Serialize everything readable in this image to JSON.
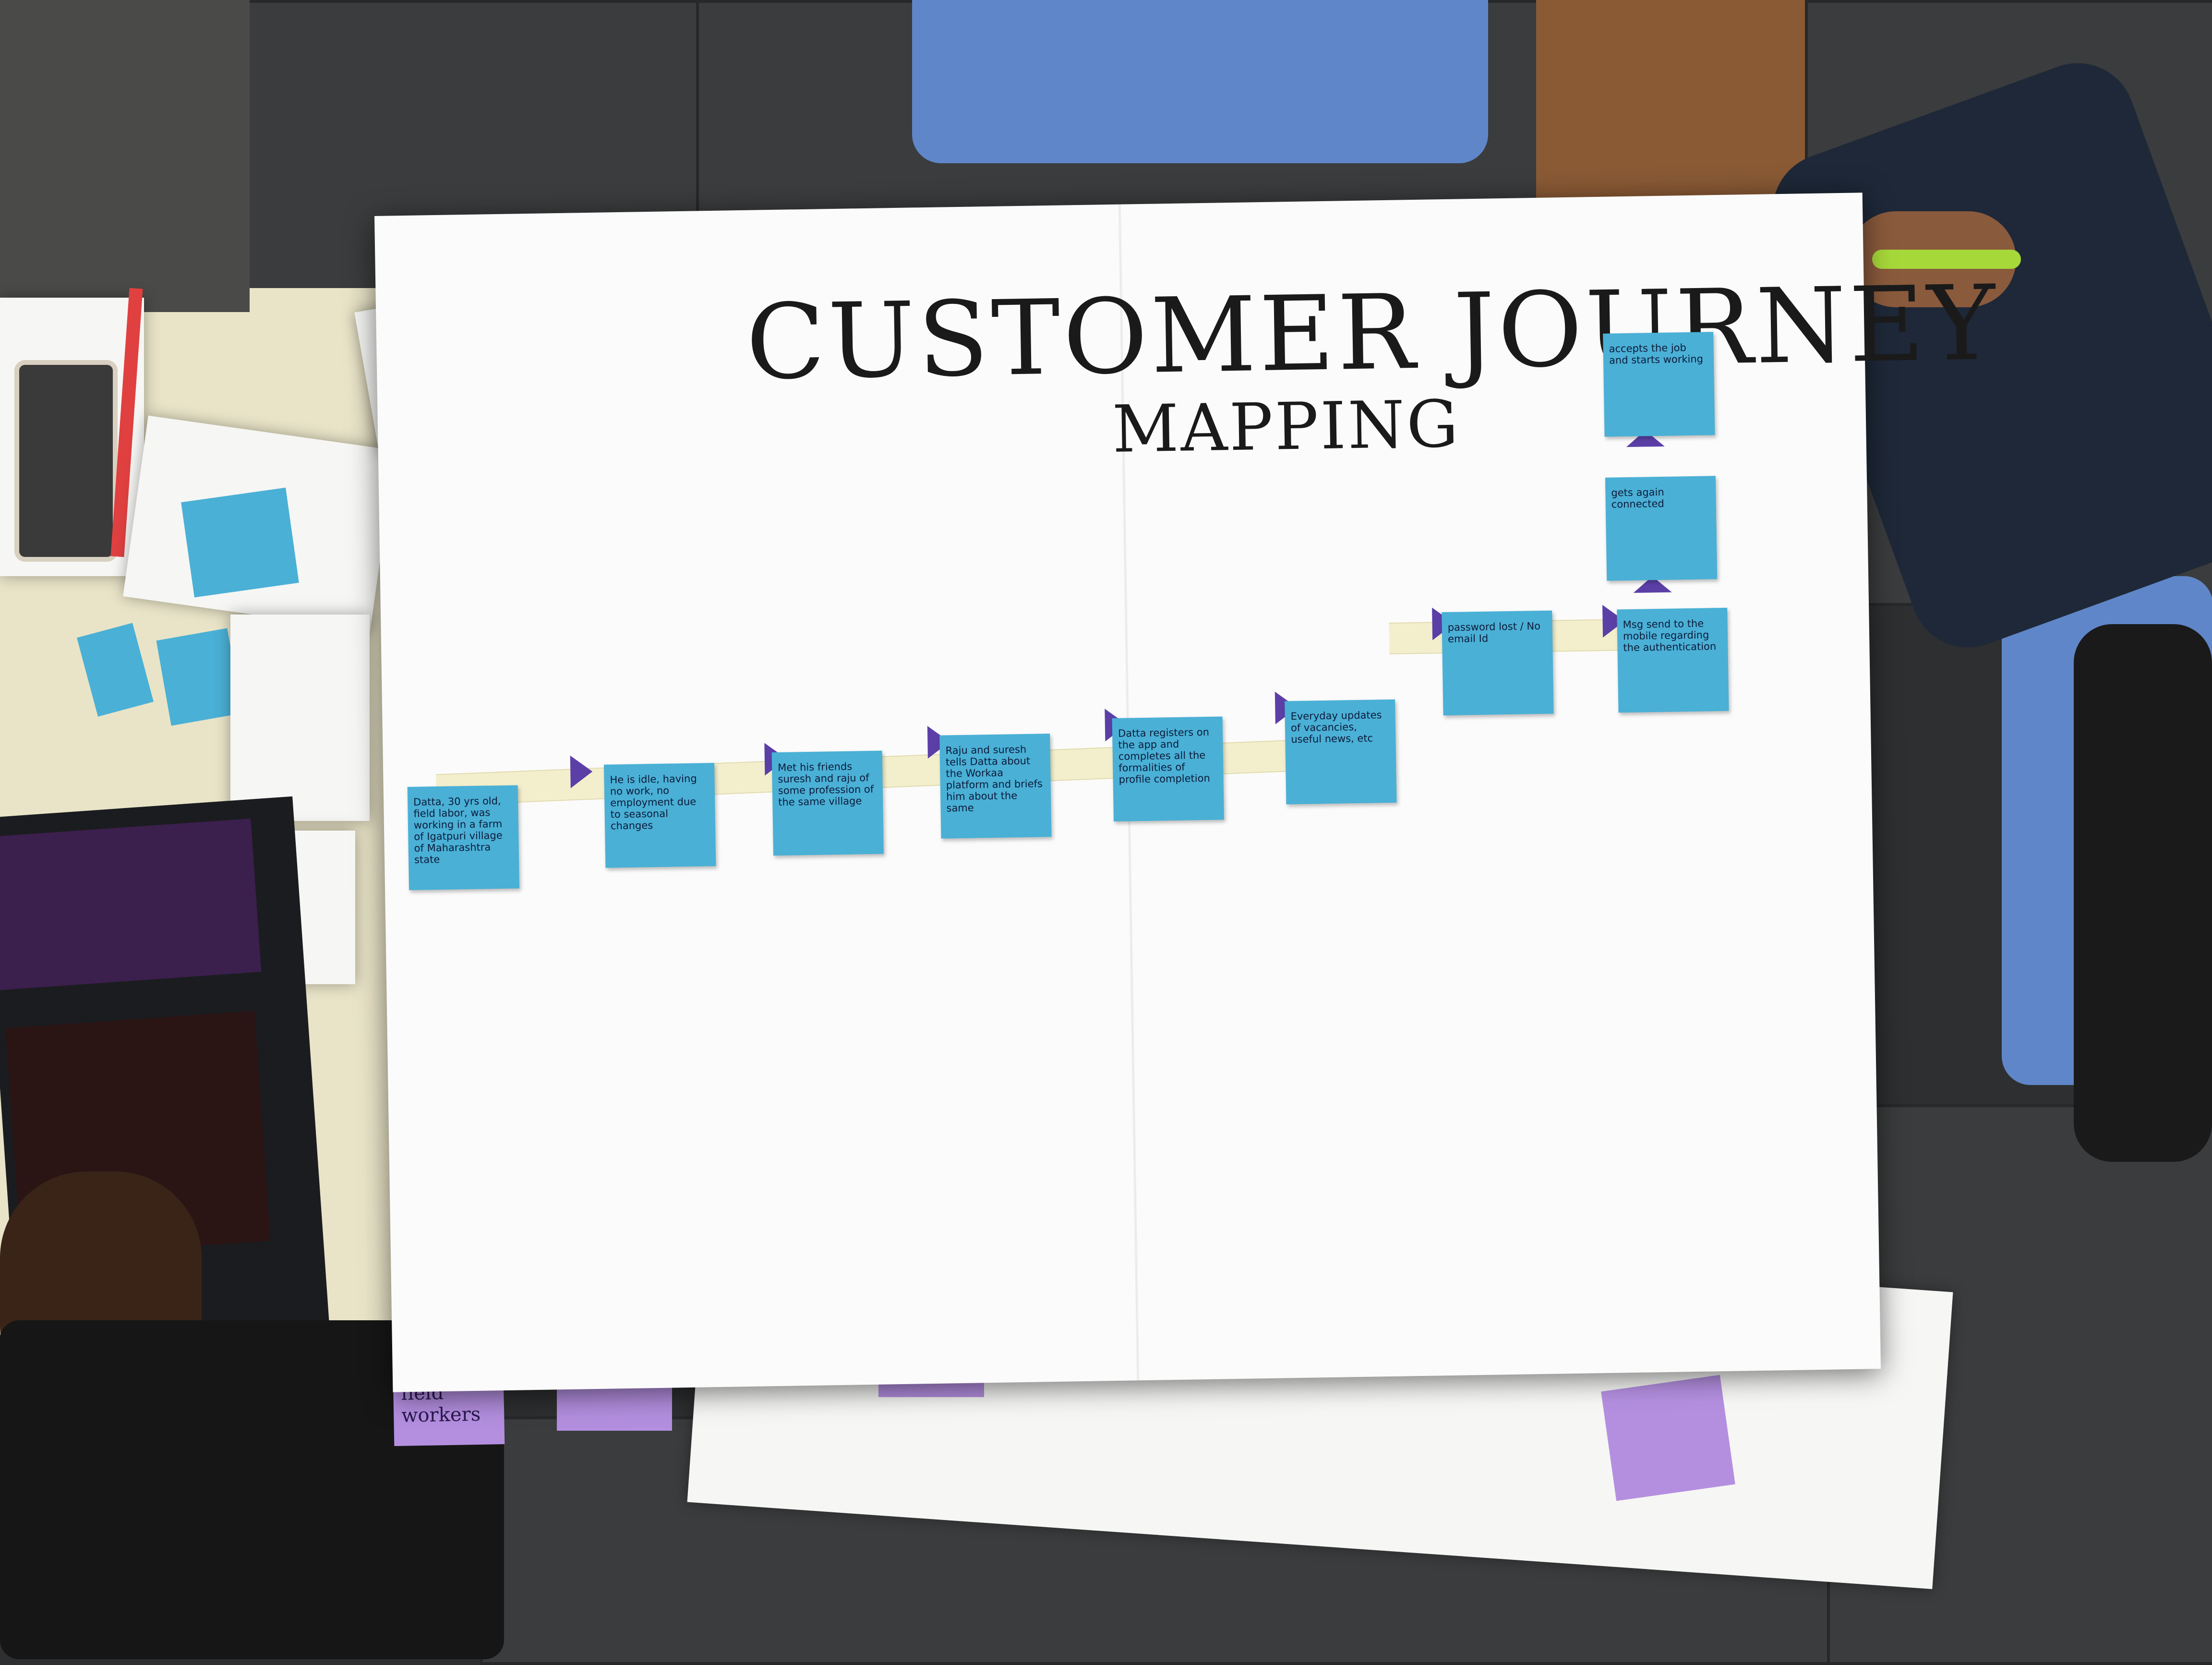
{
  "poster": {
    "title": "CUSTOMER JOURNEY",
    "subtitle": "MAPPING"
  },
  "journey_notes": [
    {
      "text": "Datta, 30 yrs old, field labor, was working in a farm of Igatpuri village of Maharashtra state"
    },
    {
      "text": "He is idle, having no work, no employment due to seasonal changes"
    },
    {
      "text": "Met his friends suresh and raju of some profession of the same village"
    },
    {
      "text": "Raju and suresh tells Datta about the Workaa platform and briefs him about the same"
    },
    {
      "text": "Datta registers on the app and completes all the formalities of profile completion"
    },
    {
      "text": "Everyday updates of vacancies, useful news, etc"
    },
    {
      "text": "password lost / No email Id"
    },
    {
      "text": "Msg send to the mobile regarding the authentication"
    },
    {
      "text": "gets again connected"
    },
    {
      "text": "accepts the job and starts working"
    }
  ],
  "bottom_notes": [
    {
      "text": "field workers"
    }
  ],
  "colors": {
    "sticky_blue": "#4ab0d6",
    "arrow_purple": "#5b3fa6",
    "sticky_purple": "#b48fe0"
  }
}
